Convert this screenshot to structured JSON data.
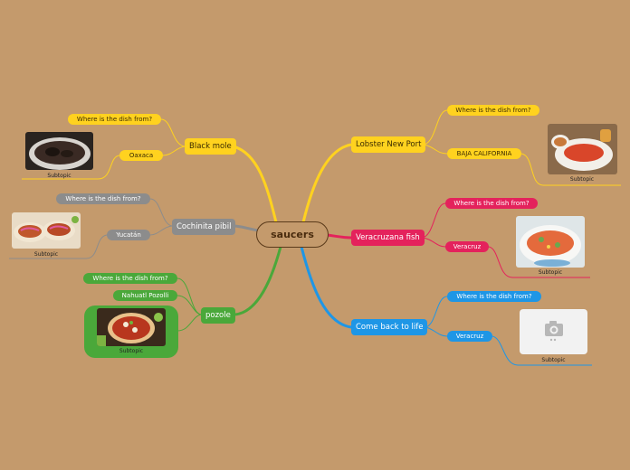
{
  "central": {
    "label": "saucers"
  },
  "colors": {
    "background": "#c49a6c",
    "yellow": "#ffd21f",
    "pink": "#e4225c",
    "blue": "#1e96e6",
    "grey": "#8c8c8c",
    "green": "#4aa83a"
  },
  "branches": {
    "black_mole": {
      "label": "Black mole",
      "q": "Where is the dish from?",
      "a": "Oaxaca",
      "img": "Subtopic"
    },
    "cochinita": {
      "label": "Cochinita pibil",
      "q": "Where is the dish from?",
      "a": "Yucatán",
      "img": "Subtopic"
    },
    "pozole": {
      "label": "pozole",
      "q": "Where is the dish from?",
      "a": "Nahuatl Pozolli",
      "img": "Subtopic"
    },
    "lobster": {
      "label": "Lobster New Port",
      "q": "Where is the dish from?",
      "a": "BAJA CALIFORNIA",
      "img": "Subtopic"
    },
    "veracruzana": {
      "label": "Veracruzana fish",
      "q": "Where is the dish from?",
      "a": "Veracruz",
      "img": "Subtopic"
    },
    "comeback": {
      "label": "Come back to life",
      "q": "Where is the dish from?",
      "a": "Veracruz",
      "img": "Subtopic"
    }
  }
}
